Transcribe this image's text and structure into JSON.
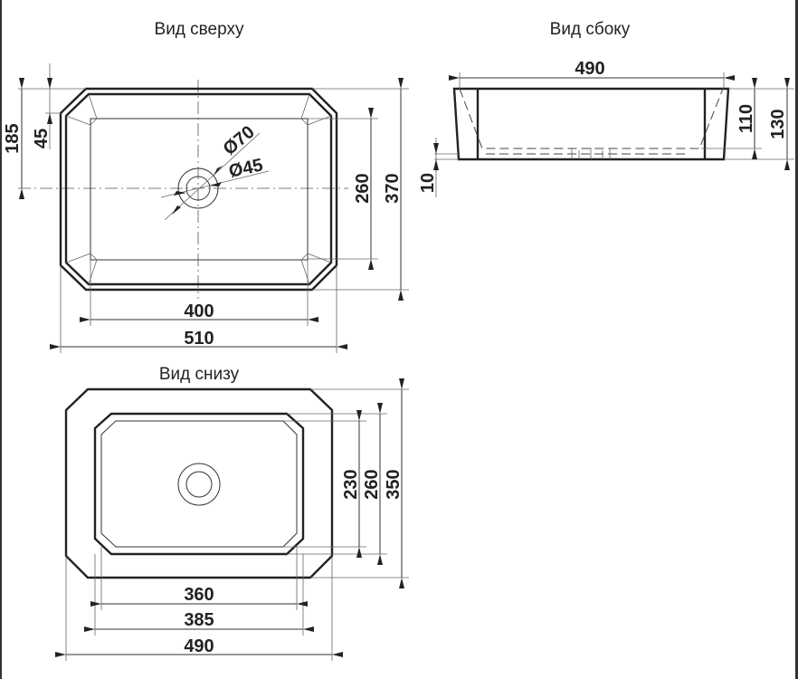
{
  "views": {
    "top": {
      "title": "Вид сверху",
      "dims": {
        "d185": "185",
        "d45": "45",
        "d260": "260",
        "d370": "370",
        "d400": "400",
        "d510": "510",
        "dia70": "Ø70",
        "dia45": "Ø45"
      }
    },
    "side": {
      "title": "Вид сбоку",
      "dims": {
        "d490": "490",
        "d110": "110",
        "d130": "130",
        "d10": "10"
      }
    },
    "bottom": {
      "title": "Вид снизу",
      "dims": {
        "d230": "230",
        "d260": "260",
        "d350": "350",
        "d360": "360",
        "d385": "385",
        "d490": "490"
      }
    }
  }
}
